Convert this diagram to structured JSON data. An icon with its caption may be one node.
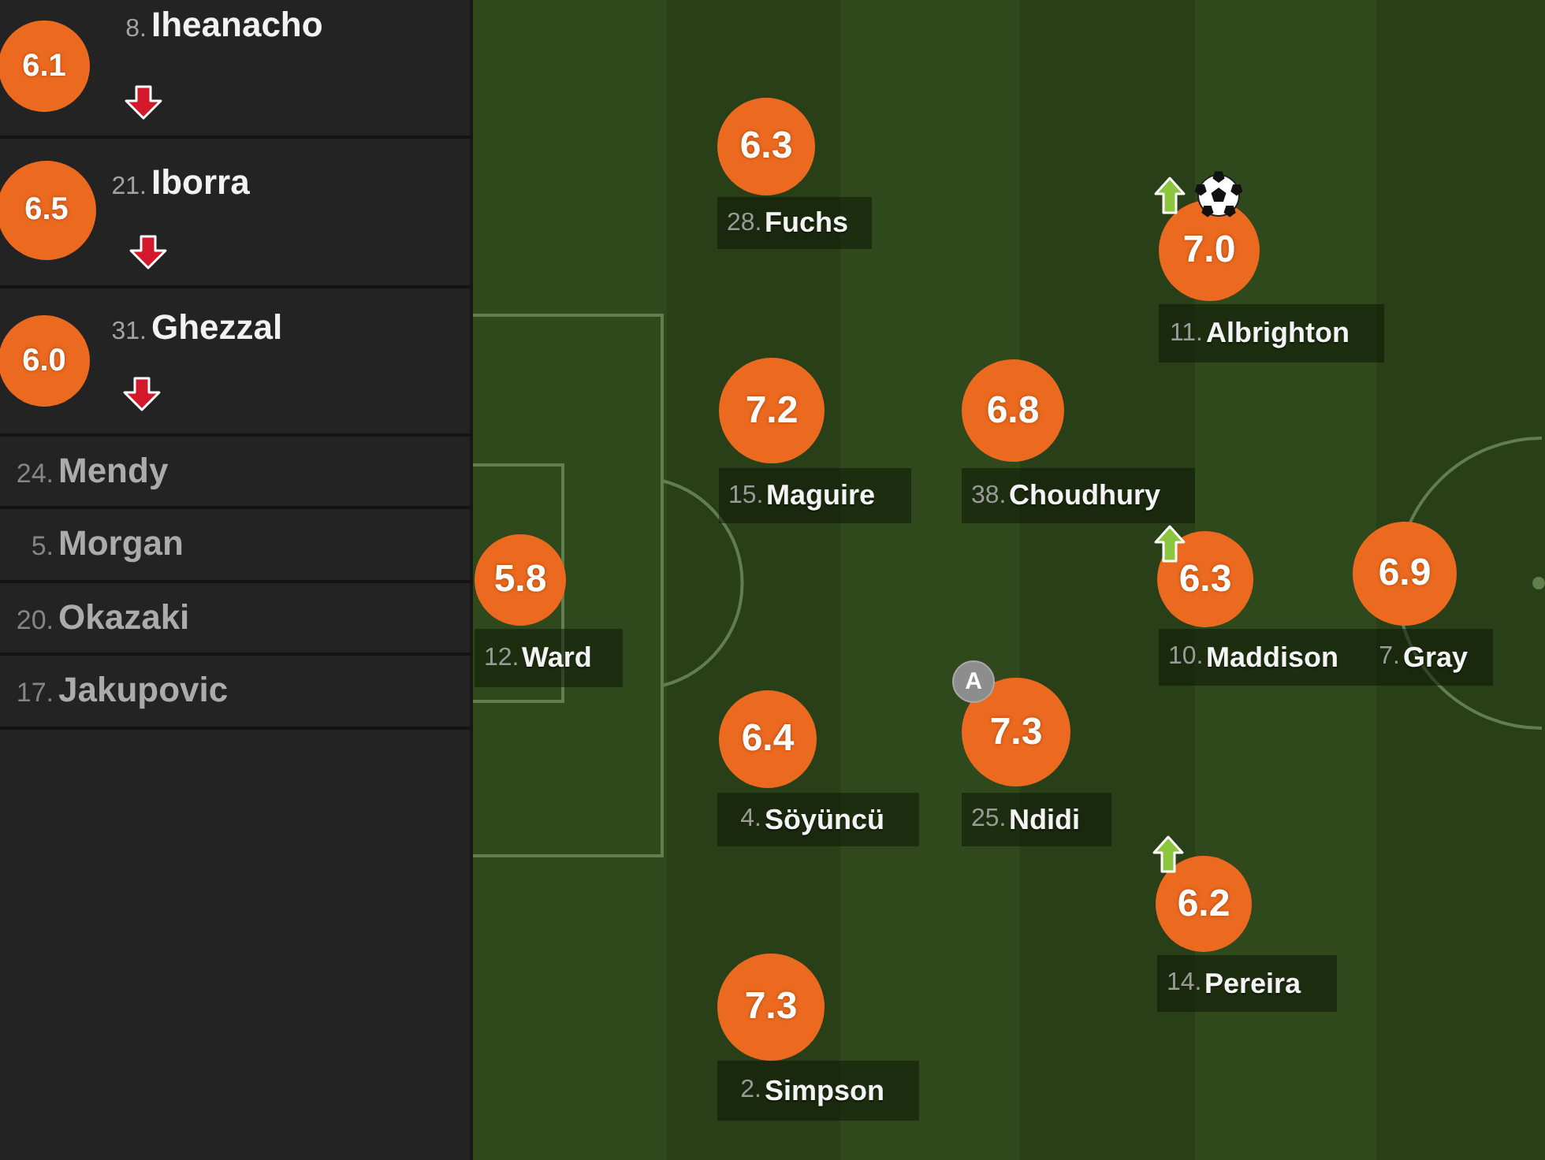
{
  "diagram": {
    "nodes": [
      {
        "text": [
          "8.",
          "Iheanacho"
        ]
      },
      {
        "text": [
          "6.1"
        ],
        "in": 0
      },
      {
        "text": [
          "21.",
          "Iborra"
        ]
      },
      {
        "text": [
          "6.5"
        ],
        "in": 2
      },
      {
        "text": [
          "31.",
          "Ghezzal"
        ]
      },
      {
        "text": [
          "6.0"
        ],
        "in": 4
      },
      {
        "text": [
          "24.",
          "Mendy"
        ]
      },
      {
        "text": [
          "5.",
          "Morgan"
        ]
      },
      {
        "text": [
          "20.",
          "Okazaki"
        ]
      },
      {
        "text": [
          "17.",
          "Jakupovic"
        ]
      },
      {
        "text": [
          "6.3"
        ]
      },
      {
        "text": [
          "28.",
          "Fuchs"
        ]
      },
      {
        "text": [
          "7.0"
        ]
      },
      {
        "text": [
          "11.",
          "Albrighton"
        ]
      },
      {
        "text": [
          "7.2"
        ]
      },
      {
        "text": [
          "15.",
          "Maguire"
        ]
      },
      {
        "text": [
          "6.8"
        ]
      },
      {
        "text": [
          "38.",
          "Choudhury"
        ]
      },
      {
        "text": [
          "5.8"
        ]
      },
      {
        "text": [
          "12.",
          "Ward"
        ]
      },
      {
        "text": [
          "6.3"
        ]
      },
      {
        "text": [
          "10.",
          "Maddison"
        ]
      },
      {
        "text": [
          "6.9"
        ]
      },
      {
        "text": [
          "7.",
          "Gray"
        ]
      },
      {
        "text": [
          "6.4"
        ]
      },
      {
        "text": [
          "4.",
          "Söyüncü"
        ]
      },
      {
        "text": [
          "A"
        ]
      },
      {
        "text": [
          "7.3"
        ]
      },
      {
        "text": [
          "25.",
          "Ndidi"
        ]
      },
      {
        "text": [
          "6.2"
        ]
      },
      {
        "text": [
          "14.",
          "Pereira"
        ]
      },
      {
        "text": [
          "7.3"
        ]
      },
      {
        "text": [
          "2.",
          "Simpson"
        ]
      }
    ]
  }
}
